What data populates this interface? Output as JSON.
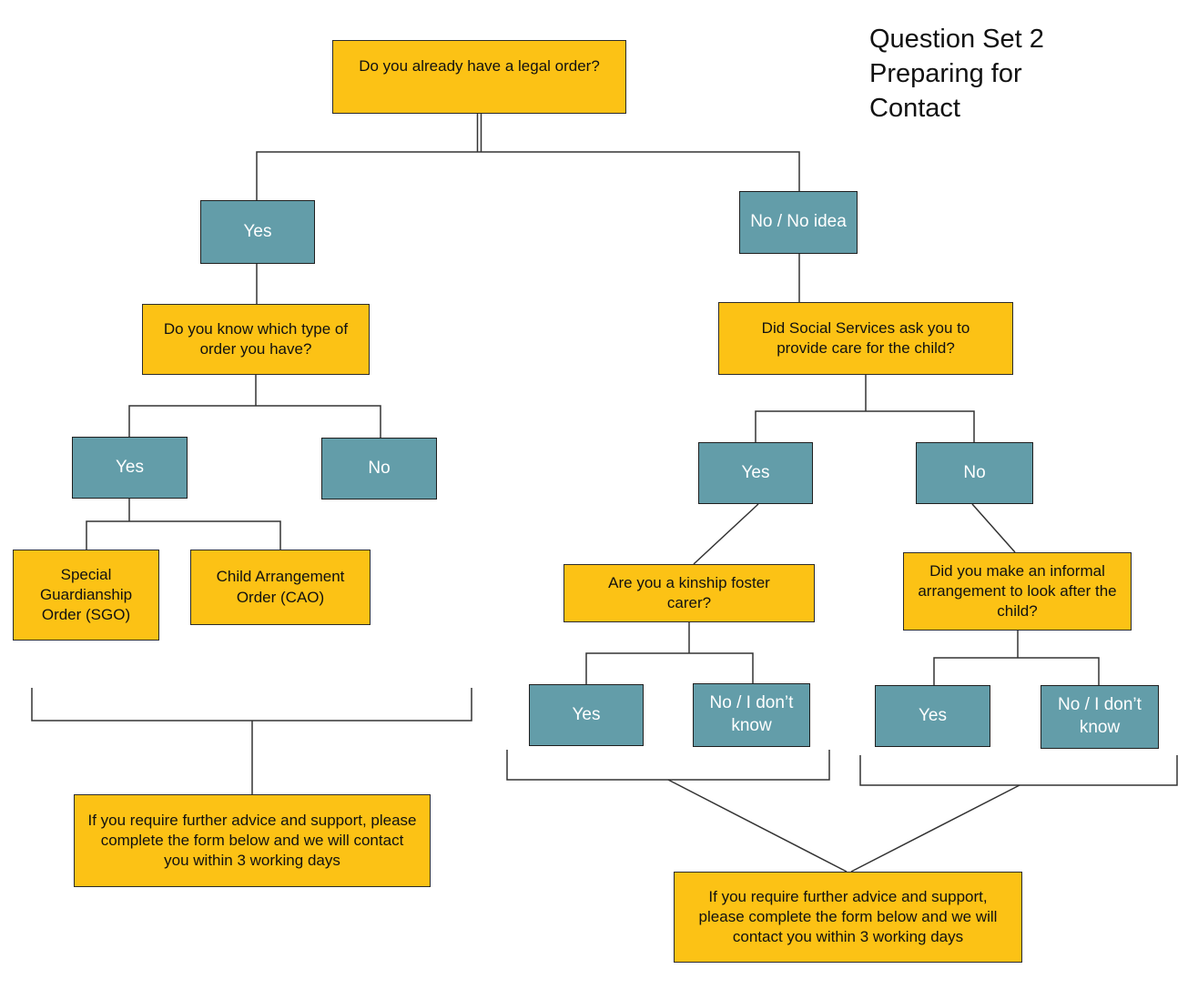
{
  "title": {
    "lines": [
      "Question Set 2",
      "Preparing for",
      "Contact"
    ]
  },
  "colors": {
    "question_fill": "#FCC215",
    "answer_fill": "#639DA9",
    "line": "#333333"
  },
  "nodes": {
    "q_legal_order": "Do you already have a legal order?",
    "a_yes_left": "Yes",
    "a_no_idea": "No / No idea",
    "q_type_order": "Do you know which type of order you have?",
    "a_yes_type": "Yes",
    "a_no_type": "No",
    "n_sgo": "Special Guardianship Order (SGO)",
    "n_cao": "Child Arrangement Order (CAO)",
    "advice_left": "If you require further advice and support, please complete the form below and we will contact you within 3 working days",
    "q_social": "Did Social Services ask you to provide care for the child?",
    "a_yes_social": "Yes",
    "a_no_social": "No",
    "q_kinship": "Are you a kinship foster carer?",
    "a_yes_kinship": "Yes",
    "a_no_kinship": "No / I don’t know",
    "q_informal": "Did you make an informal arrangement to look after the child?",
    "a_yes_informal": "Yes",
    "a_no_informal": "No / I don’t know",
    "advice_right": "If you require further advice and support, please complete the form below and we will contact you within 3 working days"
  }
}
